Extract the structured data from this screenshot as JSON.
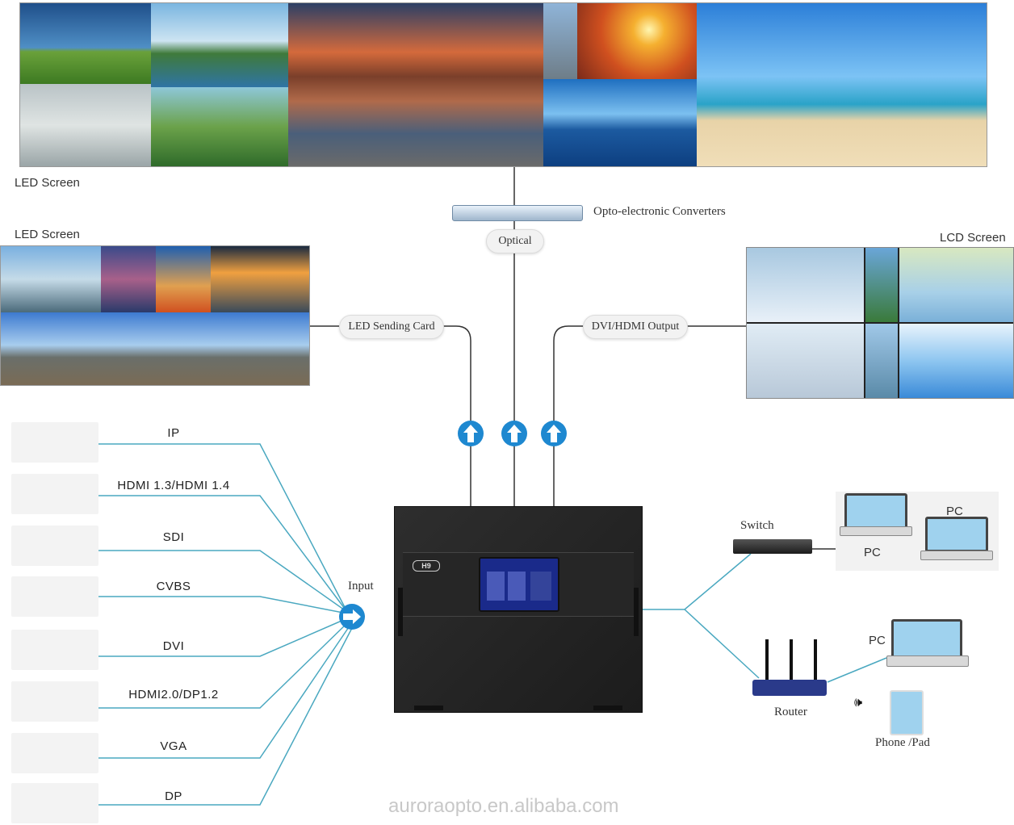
{
  "top_screen_label": "LED Screen",
  "left_screen_label": "LED Screen",
  "lcd_screen_label": "LCD Screen",
  "converter_label": "Opto-electronic Converters",
  "optical_label": "Optical",
  "sending_card_label": "LED Sending Card",
  "dvi_output_label": "DVI/HDMI Output",
  "input_label": "Input",
  "inputs": [
    {
      "label": "IP"
    },
    {
      "label": "HDMI 1.3/HDMI 1.4"
    },
    {
      "label": "SDI"
    },
    {
      "label": "CVBS"
    },
    {
      "label": "DVI"
    },
    {
      "label": "HDMI2.0/DP1.2"
    },
    {
      "label": "VGA"
    },
    {
      "label": "DP"
    }
  ],
  "device_badge": "H9",
  "switch_label": "Switch",
  "pc_label_1": "PC",
  "pc_label_2": "PC",
  "pc_label_3": "PC",
  "router_label": "Router",
  "phone_label": "Phone /Pad",
  "watermark": "auroraopto.en.alibaba.com",
  "colors": {
    "line_teal": "#4aa8c0",
    "arrow_blue": "#1e88d0",
    "device_dark": "#2a2a2a"
  }
}
